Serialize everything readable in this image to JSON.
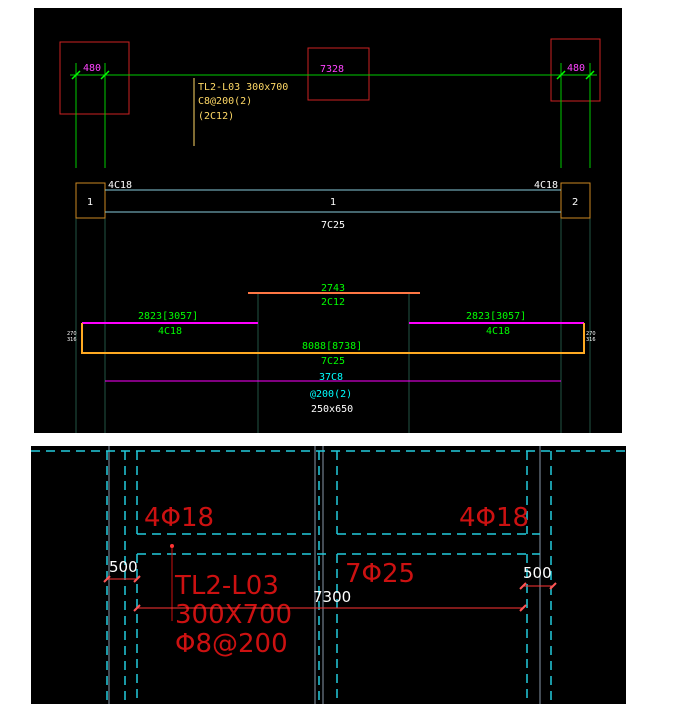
{
  "top": {
    "dim_left": "480",
    "dim_mid": "7328",
    "dim_right": "480",
    "beam_label": {
      "line1": "TL2-L03  300x700",
      "line2": "C8@200(2)",
      "line3": "(2C12)"
    },
    "top_bars_left": "4C18",
    "top_bars_right": "4C18",
    "support_left": "1",
    "support_right": "2",
    "span_no": "1",
    "bottom_bars": "7C25",
    "short_top_len": "2743",
    "short_top_bars": "2C12",
    "left_top_len": "2823[3057]",
    "left_top_bars": "4C18",
    "right_top_len": "2823[3057]",
    "right_top_bars": "4C18",
    "main_len": "8088[8738]",
    "main_bars": "7C25",
    "stirrup_count": "37C8",
    "stirrup_spacing": "@200(2)",
    "section": "250x650",
    "hook_left": "270\n316",
    "hook_right": "270\n316"
  },
  "bottom": {
    "top_bars_left": "4Φ18",
    "top_bars_right": "4Φ18",
    "dim_left": "500",
    "dim_right": "500",
    "beam_label_1": "TL2-L03",
    "beam_label_2": "300X700",
    "beam_label_3": "Φ8@200",
    "bottom_bars": "7Φ25",
    "span_dim": "7300"
  },
  "colors": {
    "background": "#000000",
    "green": "#00ff00",
    "yellow": "#ffd966",
    "cyan": "#00ffff",
    "magenta": "#ff00ff",
    "orange": "#ffaa33",
    "red": "#cc0000",
    "white": "#ffffff"
  }
}
